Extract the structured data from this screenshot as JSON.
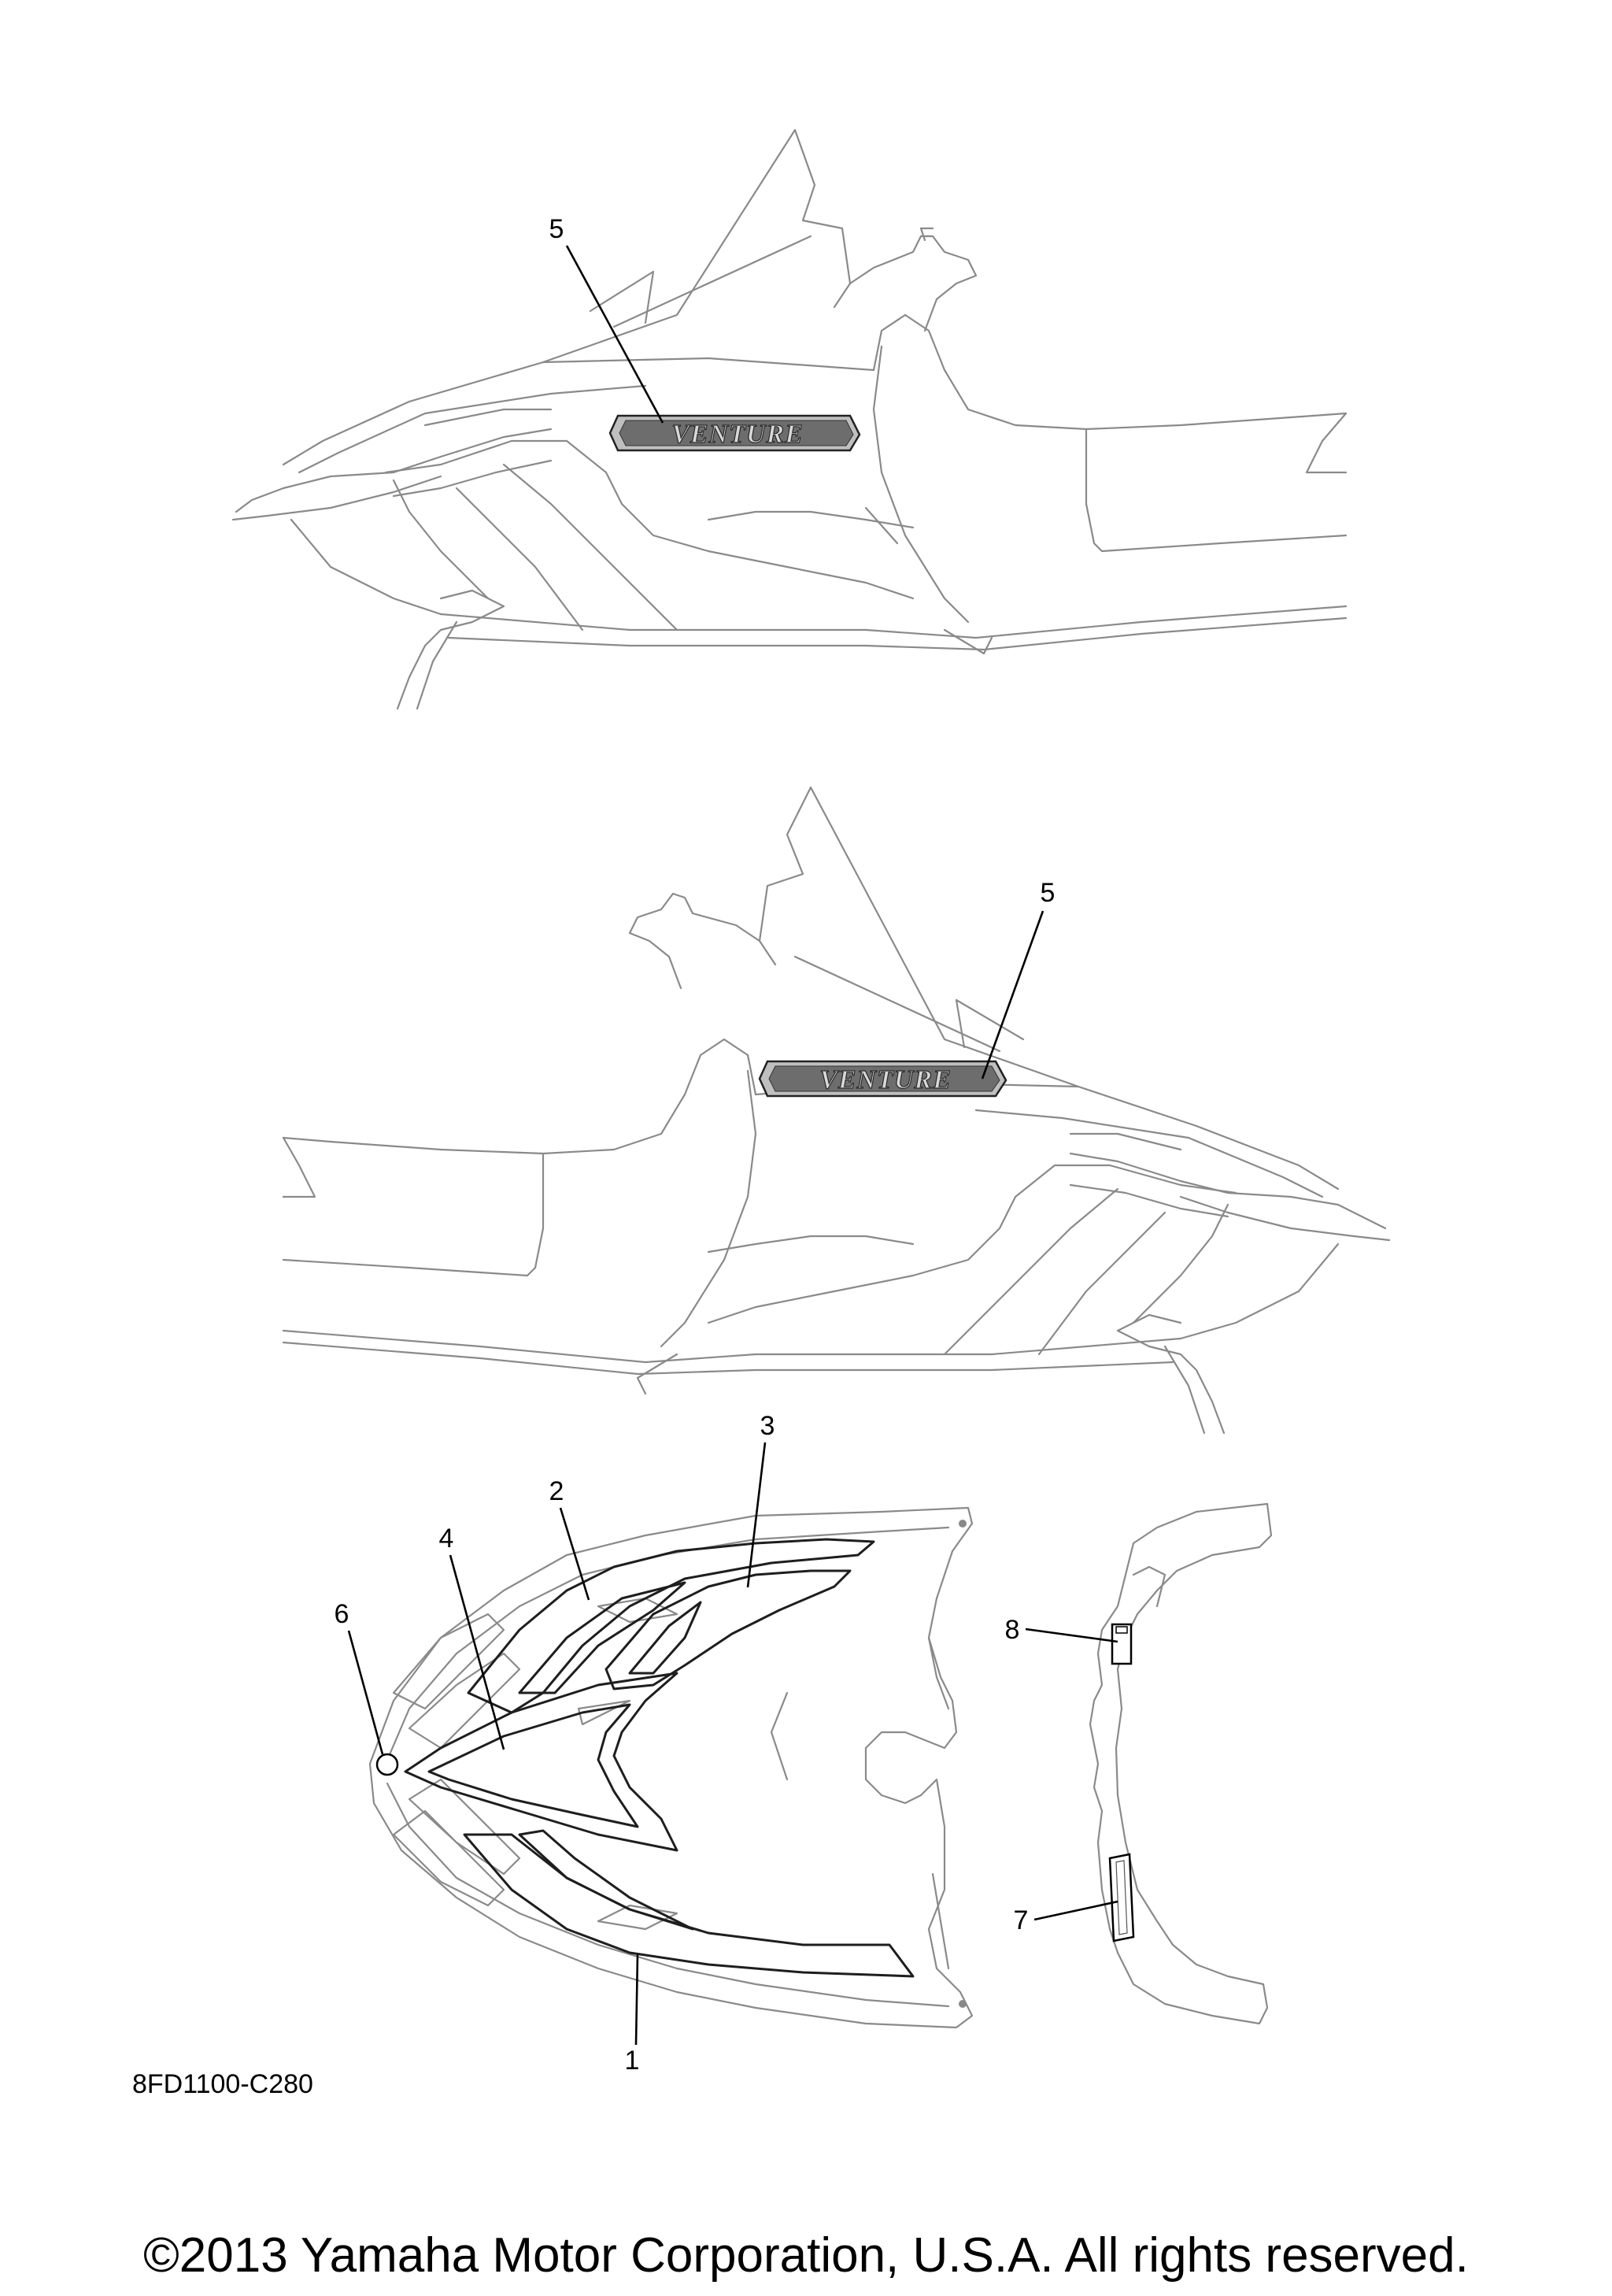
{
  "diagram_code": "8FD1100-C280",
  "copyright": "©2013 Yamaha Motor Corporation, U.S.A. All rights reserved.",
  "emblem_text": "VENTURE",
  "callouts": {
    "upper_view_5": "5",
    "middle_view_5": "5",
    "hood_1": "1",
    "hood_2": "2",
    "hood_3": "3",
    "hood_4": "4",
    "hood_6": "6",
    "side_7": "7",
    "side_8": "8"
  }
}
